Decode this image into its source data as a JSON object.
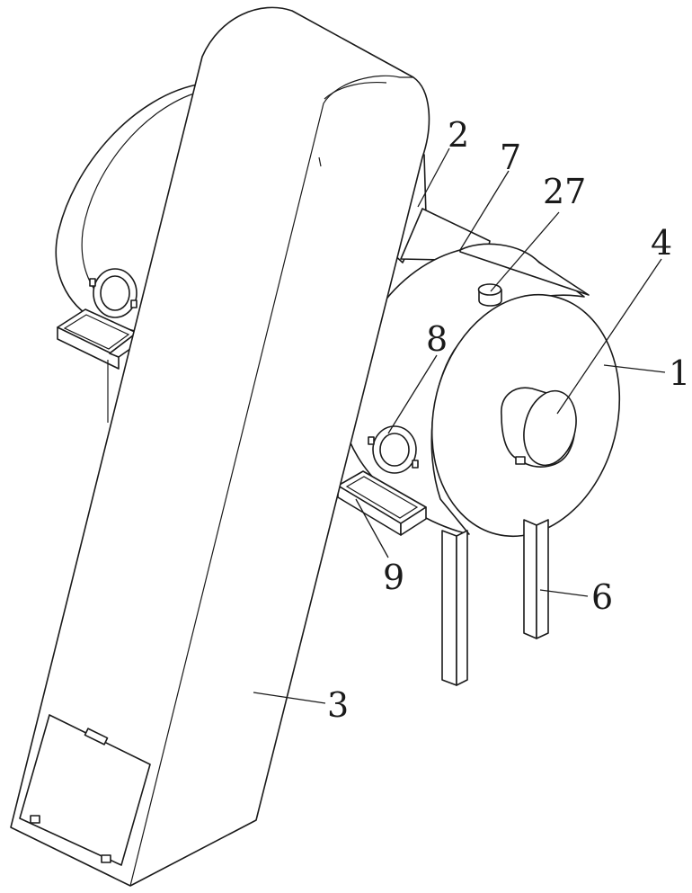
{
  "figure": {
    "labels": {
      "l1": "1",
      "l2": "2",
      "l3": "3",
      "l4": "4",
      "l6": "6",
      "l7": "7",
      "l8": "8",
      "l9": "9",
      "l27": "27"
    }
  }
}
